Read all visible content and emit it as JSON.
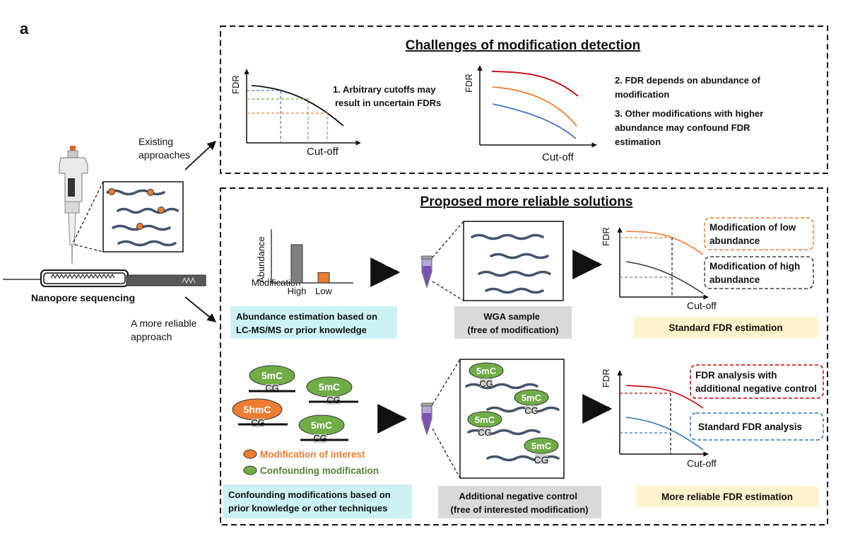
{
  "panel_label": "a",
  "left": {
    "sequencing_label": "Nanopore sequencing",
    "existing_label": [
      "Existing",
      "approaches"
    ],
    "reliable_label": [
      "A more reliable",
      "approach"
    ]
  },
  "challenges": {
    "title": "Challenges of modification detection",
    "chart1": {
      "ylabel": "FDR",
      "xlabel": "Cut-off"
    },
    "note1": [
      "1. Arbitrary cutoffs may",
      "result in uncertain FDRs"
    ],
    "chart2": {
      "ylabel": "FDR",
      "xlabel": "Cut-off"
    },
    "note2": [
      "2. FDR depends on abundance of",
      "modification"
    ],
    "note3": [
      "3. Other modifications with higher",
      "abundance may confound FDR",
      "estimation"
    ]
  },
  "solutions": {
    "title": "Proposed more reliable solutions",
    "bar": {
      "ylabel": [
        "Modification",
        "Abundance"
      ],
      "categories": [
        "High",
        "Low"
      ],
      "values": [
        0.82,
        0.22
      ],
      "colors": [
        "#7f7f7f",
        "#ed7d31"
      ]
    },
    "abundance_box": [
      "Abundance estimation based on",
      "LC-MS/MS or prior knowledge"
    ],
    "wga_box": [
      "WGA sample",
      "(free of modification)"
    ],
    "fdr1": {
      "ylabel": "FDR",
      "xlabel": "Cut-off",
      "legend_low": [
        "Modification of low",
        "abundance"
      ],
      "legend_high": [
        "Modification of high",
        "abundance"
      ]
    },
    "standard_box": "Standard FDR estimation",
    "mods": {
      "m1": "5mC",
      "m2": "5mC",
      "m3": "5hmC",
      "m4": "5mC",
      "cg": "CG",
      "legend_interest": "Modification of interest",
      "legend_confound": "Confounding modification"
    },
    "control_mods": {
      "m1": "5mC",
      "m2": "5mC",
      "m3": "5mC",
      "m4": "5mC",
      "cg": "CG"
    },
    "confound_box": [
      "Confounding modifications based on",
      "prior knowledge or other techniques"
    ],
    "negative_box": [
      "Additional negative control",
      "(free of interested modification)"
    ],
    "fdr2": {
      "ylabel": "FDR",
      "xlabel": "Cut-off",
      "legend_control": [
        "FDR analysis with",
        "additional negative control"
      ],
      "legend_standard": "Standard FDR analysis"
    },
    "reliable_box": "More reliable FDR estimation"
  },
  "colors": {
    "orange": "#ed7d31",
    "green": "#70ad47",
    "dark_red": "#c00000",
    "blue": "#4472c4",
    "teal_box": "#ccf2f4",
    "gray_box": "#d9d9d9",
    "yellow_box": "#fff2cc",
    "dna": "#44546a"
  }
}
